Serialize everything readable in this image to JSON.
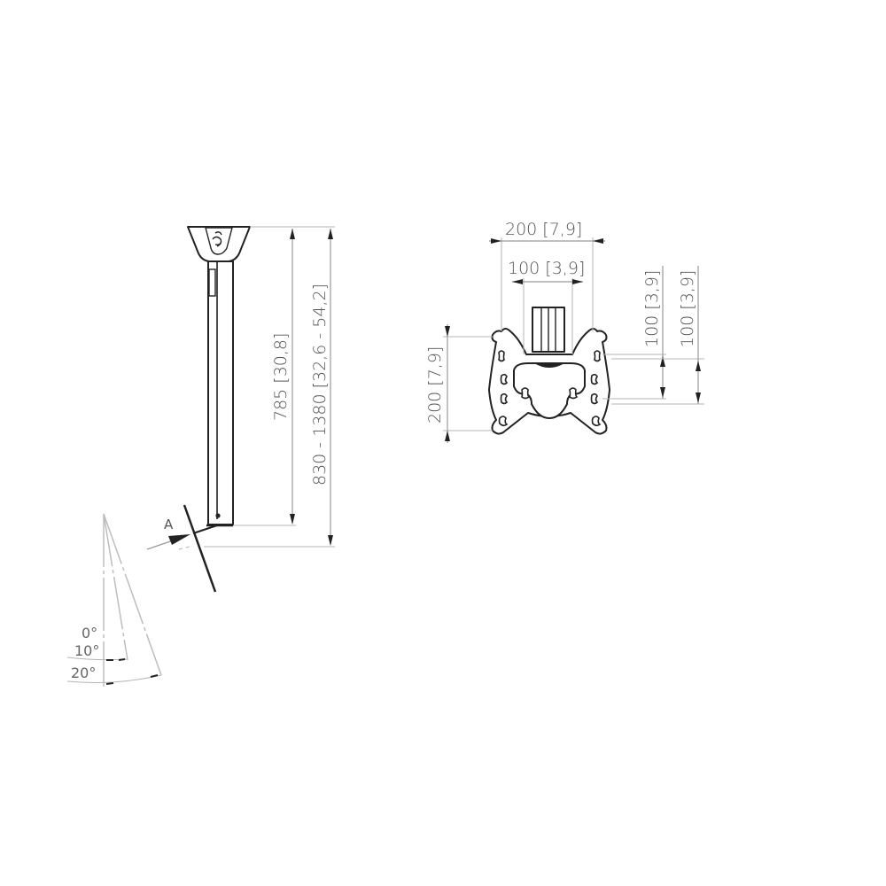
{
  "drawing": {
    "type": "technical dimension drawing",
    "side_view": {
      "dimensions": {
        "pole_length": "785 [30,8]",
        "total_height_range": "830 - 1380 [32,6 - 54,2]"
      },
      "section_marker": "A",
      "tilt_angles": [
        "0°",
        "10°",
        "20°"
      ]
    },
    "front_view": {
      "dimensions": {
        "top_outer_width": "200 [7,9]",
        "top_inner_width": "100 [3,9]",
        "left_height": "200 [7,9]",
        "right_inner_height": "100 [3,9]",
        "right_outer_height": "100 [3,9]"
      }
    },
    "colors": {
      "part_stroke": "#222222",
      "dimension_line": "#9a9a9a",
      "text": "#555555",
      "background": "#ffffff"
    }
  }
}
